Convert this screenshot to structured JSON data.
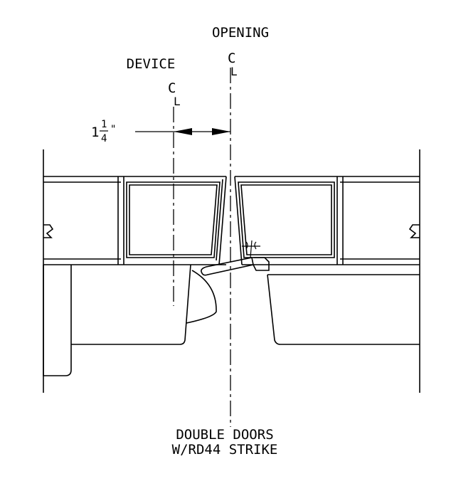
{
  "labels": {
    "opening": "OPENING",
    "device": "DEVICE",
    "centerline_symbol_opening": "C",
    "centerline_symbol_device": "C",
    "centerline_sub_opening": "L",
    "centerline_sub_device": "L",
    "dimension_whole": "1",
    "dimension_num": "1",
    "dimension_den": "4",
    "dimension_unit": "\"",
    "caption_line1": "DOUBLE DOORS",
    "caption_line2": "W/RD44 STRIKE"
  }
}
